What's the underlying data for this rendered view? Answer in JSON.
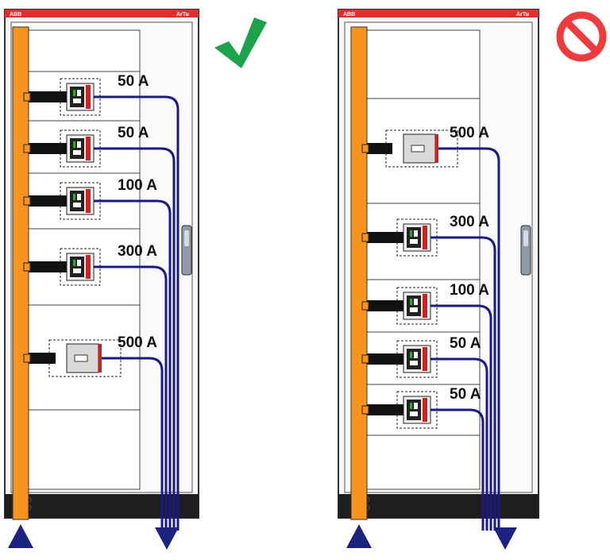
{
  "panels": [
    {
      "id": "correct",
      "brand_left": "ABB",
      "brand_right": "ArTu",
      "verdict_icon": "check-icon",
      "verdict_color": "#1aa34a",
      "breakers": [
        {
          "rating": "50 A",
          "type": "small"
        },
        {
          "rating": "50 A",
          "type": "small"
        },
        {
          "rating": "100 A",
          "type": "small"
        },
        {
          "rating": "300 A",
          "type": "small"
        },
        {
          "rating": "500 A",
          "type": "large"
        }
      ]
    },
    {
      "id": "incorrect",
      "brand_left": "ABB",
      "brand_right": "ArTu",
      "verdict_icon": "prohibited-icon",
      "verdict_color": "#ee3b3b",
      "breakers": [
        {
          "rating": "500 A",
          "type": "large"
        },
        {
          "rating": "300 A",
          "type": "small"
        },
        {
          "rating": "100 A",
          "type": "small"
        },
        {
          "rating": "50 A",
          "type": "small"
        },
        {
          "rating": "50 A",
          "type": "small"
        }
      ]
    }
  ],
  "colors": {
    "busbar": "#f7941d",
    "cable": "#1a1a8c",
    "arrow": "#1a237e",
    "cabinet_header": "#e52d2d",
    "breaker_red": "#cc2222"
  },
  "icons": {
    "incoming_arrow": "arrow-up-icon",
    "outgoing_arrow": "arrow-down-icon",
    "handle": "door-handle-icon"
  }
}
